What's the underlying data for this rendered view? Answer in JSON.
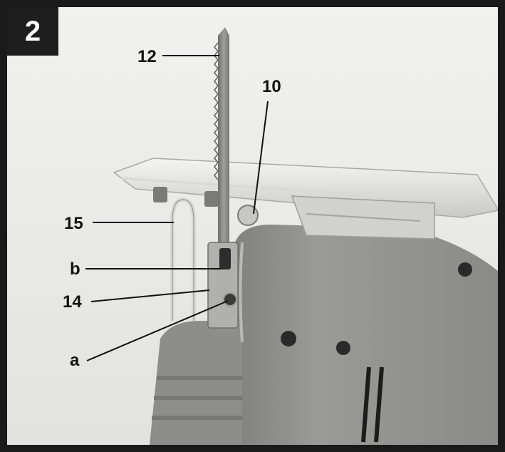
{
  "figure": {
    "number": "2",
    "callouts": {
      "c12": "12",
      "c10": "10",
      "c15": "15",
      "cb": "b",
      "c14": "14",
      "ca": "a"
    }
  }
}
